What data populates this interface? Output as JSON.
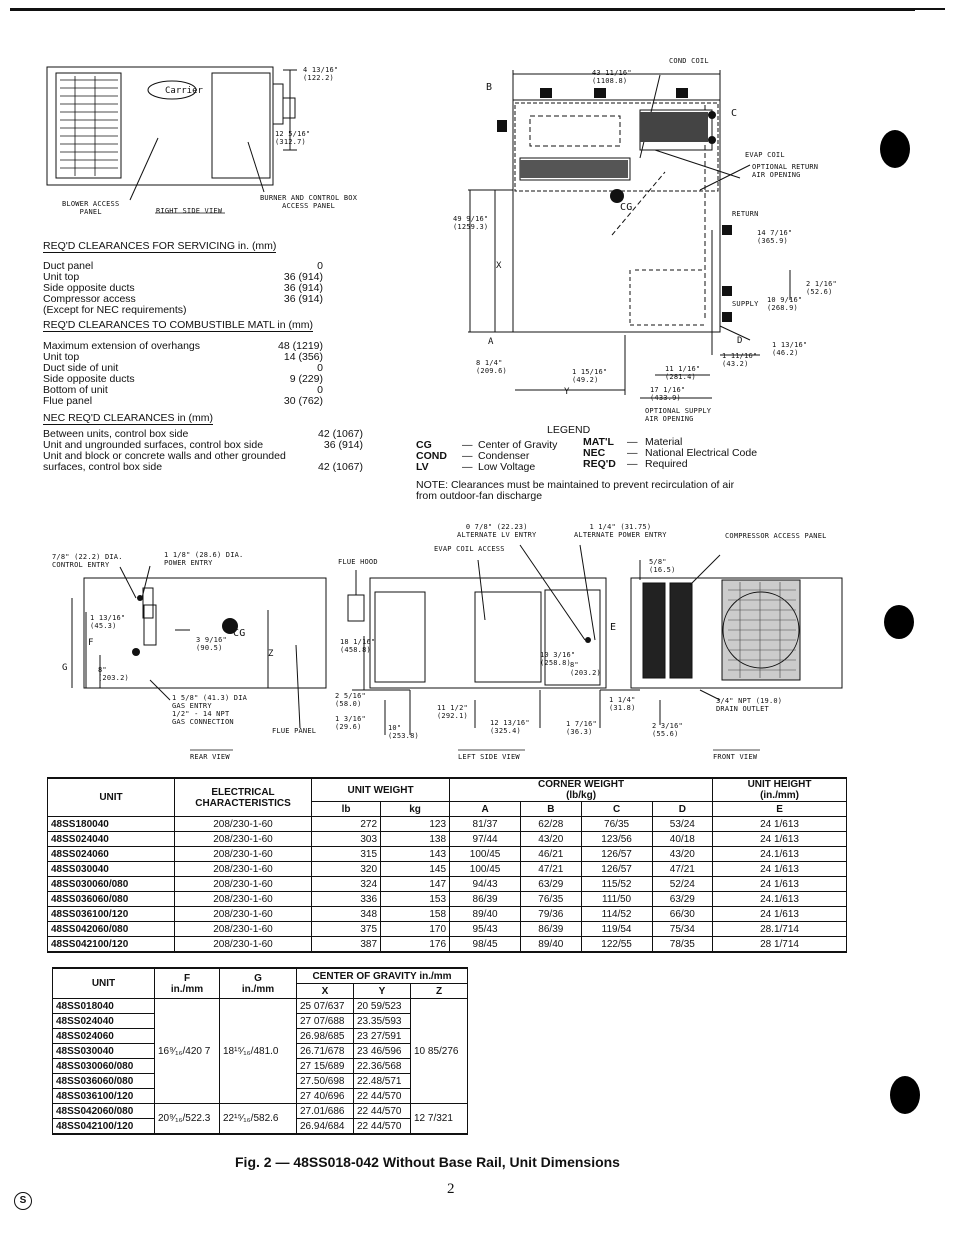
{
  "top_view": {
    "dim_right_1": "4 13/16\"",
    "dim_right_1_mm": "(122.2)",
    "dim_right_2": "12 5/16\"",
    "dim_right_2_mm": "(312.7)",
    "logo": "Carrier",
    "blower_label": "BLOWER ACCESS\nPANEL",
    "burner_label": "BURNER AND CONTROL BOX\nACCESS PANEL",
    "view_label": "RIGHT SIDE VIEW"
  },
  "clearances": {
    "servicing_title": "REQ'D CLEARANCES FOR SERVICING in. (mm)",
    "servicing": [
      {
        "label": "Duct panel",
        "value": "0"
      },
      {
        "label": "Unit top",
        "value": "36 (914)"
      },
      {
        "label": "Side opposite ducts",
        "value": "36 (914)"
      },
      {
        "label": "Compressor access",
        "value": "36 (914)"
      },
      {
        "label": "(Except for NEC requirements)",
        "value": ""
      }
    ],
    "combustible_title": "REQ'D CLEARANCES TO COMBUSTIBLE MATL in (mm)",
    "combustible": [
      {
        "label": "Maximum extension of overhangs",
        "value": "48 (1219)"
      },
      {
        "label": "Unit top",
        "value": "14 (356)"
      },
      {
        "label": "Duct side of unit",
        "value": "0"
      },
      {
        "label": "Side opposite ducts",
        "value": "9 (229)"
      },
      {
        "label": "Bottom of unit",
        "value": "0"
      },
      {
        "label": "Flue panel",
        "value": "30 (762)"
      }
    ],
    "nec_title": "NEC REQ'D CLEARANCES in (mm)",
    "nec": [
      {
        "label": "Between units, control box side",
        "value": "42 (1067)"
      },
      {
        "label": "Unit and ungrounded surfaces, control box side",
        "value": "36 (914)"
      },
      {
        "label": "Unit and block or concrete walls and other grounded",
        "value": ""
      },
      {
        "label": "surfaces, control box side",
        "value": "42 (1067)"
      }
    ]
  },
  "plan_view": {
    "cond_coil": "COND COIL",
    "top_dim": "43 11/16\"",
    "top_dim_mm": "(1108.8)",
    "B": "B",
    "C": "C",
    "evap_coil": "EVAP COIL",
    "opt_return": "OPTIONAL RETURN\nAIR OPENING",
    "cg": "CG",
    "return": "RETURN",
    "d1": "14 7/16\"",
    "d1_mm": "(365.9)",
    "d2": "2 1/16\"",
    "d2_mm": "(52.6)",
    "supply": "SUPPLY",
    "d3": "10 9/16\"",
    "d3_mm": "(268.9)",
    "left_dim": "49 9/16\"",
    "left_dim_mm": "(1259.3)",
    "X": "X",
    "A": "A",
    "D": "D",
    "d4": "1 13/16\"",
    "d4_mm": "(46.2)",
    "d5": "1 11/16\"",
    "d5_mm": "(43.2)",
    "d6": "8 1/4\"",
    "d6_mm": "(209.6)",
    "d7": "1 15/16\"",
    "d7_mm": "(49.2)",
    "d8": "11 1/16\"",
    "d8_mm": "(281.4)",
    "d9": "17 1/16\"",
    "d9_mm": "(433.9)",
    "Y": "Y",
    "opt_supply": "OPTIONAL SUPPLY\nAIR OPENING"
  },
  "legend": {
    "title": "LEGEND",
    "items_left": [
      {
        "abbr": "CG",
        "desc": "Center of Gravity"
      },
      {
        "abbr": "COND",
        "desc": "Condenser"
      },
      {
        "abbr": "LV",
        "desc": "Low Voltage"
      }
    ],
    "items_right": [
      {
        "abbr": "MAT'L",
        "desc": "Material"
      },
      {
        "abbr": "NEC",
        "desc": "National Electrical Code"
      },
      {
        "abbr": "REQ'D",
        "desc": "Required"
      }
    ],
    "note": "NOTE: Clearances must be maintained to prevent recirculation of air from outdoor-fan discharge"
  },
  "elevations": {
    "alt_lv": "0 7/8\" (22.23)\nALTERNATE LV ENTRY",
    "alt_power": "1 1/4\" (31.75)\nALTERNATE POWER ENTRY",
    "compressor_panel": "COMPRESSOR ACCESS PANEL",
    "evap_access": "EVAP COIL ACCESS",
    "control_entry": "7/8\" (22.2) DIA.\nCONTROL ENTRY",
    "power_entry": "1 1/8\" (28.6) DIA.\nPOWER ENTRY",
    "flue_hood": "FLUE HOOD",
    "d_513": "5/8\"",
    "d_513_mm": "(16.5)",
    "d_113": "1 13/16\"",
    "d_113_mm": "(45.3)",
    "F": "F",
    "G": "G",
    "Z": "Z",
    "E": "E",
    "cg": "CG",
    "d_39": "3 9/16\"",
    "d_39_mm": "(90.5)",
    "d_8": "8\"",
    "d_8_mm": "(203.2)",
    "d_18": "18 1/16\"",
    "d_18_mm": "(458.8)",
    "d_10": "10 3/16\"",
    "d_10_mm": "(258.8)",
    "d_8b": "8\"",
    "d_8b_mm": "(203.2)",
    "gas_entry": "1 5/8\" (41.3) DIA\nGAS ENTRY\n1/2\" - 14 NPT\nGAS CONNECTION",
    "d_25": "2 5/16\"",
    "d_25_mm": "(58.0)",
    "d_13": "1 3/16\"",
    "d_13_mm": "(29.6)",
    "d_10b": "10\"",
    "d_10b_mm": "(253.8)",
    "d_11": "11 1/2\"",
    "d_11_mm": "(292.1)",
    "d_12": "12 13/16\"",
    "d_12_mm": "(325.4)",
    "d_14": "1 1/4\"",
    "d_14_mm": "(31.8)",
    "d_17": "1 7/16\"",
    "d_17_mm": "(36.3)",
    "d_23": "2 3/16\"",
    "d_23_mm": "(55.6)",
    "drain": "3/4\" NPT (19.0)\nDRAIN OUTLET",
    "flue_panel": "FLUE PANEL",
    "rear_view": "REAR VIEW",
    "left_view": "LEFT SIDE VIEW",
    "front_view": "FRONT VIEW"
  },
  "weights_table": {
    "headers": {
      "unit": "UNIT",
      "elec": "ELECTRICAL\nCHARACTERISTICS",
      "unit_weight": "UNIT WEIGHT",
      "lb": "lb",
      "kg": "kg",
      "corner": "CORNER WEIGHT\n(lb/kg)",
      "a": "A",
      "b": "B",
      "c": "C",
      "d": "D",
      "height": "UNIT HEIGHT\n(in./mm)",
      "e": "E"
    },
    "rows": [
      [
        "48SS180040",
        "208/230-1-60",
        "272",
        "123",
        "81/37",
        "62/28",
        "76/35",
        "53/24",
        "24 1/613"
      ],
      [
        "48SS024040",
        "208/230-1-60",
        "303",
        "138",
        "97/44",
        "43/20",
        "123/56",
        "40/18",
        "24 1/613"
      ],
      [
        "48SS024060",
        "208/230-1-60",
        "315",
        "143",
        "100/45",
        "46/21",
        "126/57",
        "43/20",
        "24.1/613"
      ],
      [
        "48SS030040",
        "208/230-1-60",
        "320",
        "145",
        "100/45",
        "47/21",
        "126/57",
        "47/21",
        "24 1/613"
      ],
      [
        "48SS030060/080",
        "208/230-1-60",
        "324",
        "147",
        "94/43",
        "63/29",
        "115/52",
        "52/24",
        "24 1/613"
      ],
      [
        "48SS036060/080",
        "208/230-1-60",
        "336",
        "153",
        "86/39",
        "76/35",
        "111/50",
        "63/29",
        "24.1/613"
      ],
      [
        "48SS036100/120",
        "208/230-1-60",
        "348",
        "158",
        "89/40",
        "79/36",
        "114/52",
        "66/30",
        "24 1/613"
      ],
      [
        "48SS042060/080",
        "208/230-1-60",
        "375",
        "170",
        "95/43",
        "86/39",
        "119/54",
        "75/34",
        "28.1/714"
      ],
      [
        "48SS042100/120",
        "208/230-1-60",
        "387",
        "176",
        "98/45",
        "89/40",
        "122/55",
        "78/35",
        "28 1/714"
      ]
    ]
  },
  "cg_table": {
    "headers": {
      "unit": "UNIT",
      "f": "F\nin./mm",
      "g": "G\nin./mm",
      "cog": "CENTER OF GRAVITY in./mm",
      "x": "X",
      "y": "Y",
      "z": "Z"
    },
    "units": [
      "48SS018040",
      "48SS024040",
      "48SS024060",
      "48SS030040",
      "48SS030060/080",
      "48SS036060/080",
      "48SS036100/120",
      "48SS042060/080",
      "48SS042100/120"
    ],
    "x": [
      "25 07/637",
      "27 07/688",
      "26.98/685",
      "26.71/678",
      "27 15/689",
      "27.50/698",
      "27 40/696",
      "27.01/686",
      "26.94/684"
    ],
    "y": [
      "20 59/523",
      "23.35/593",
      "23 27/591",
      "23 46/596",
      "22.36/568",
      "22.48/571",
      "22 44/570",
      "22 44/570",
      "22 44/570"
    ],
    "f_group1": "16⁹⁄₁₆/420 7",
    "g_group1": "18¹⁵⁄₁₆/481.0",
    "z_group1": "10 85/276",
    "f_group2": "20⁹⁄₁₆/522.3",
    "g_group2": "22¹⁵⁄₁₆/582.6",
    "z_group2": "12 7/321"
  },
  "caption": "Fig. 2 — 48SS018-042 Without Base Rail, Unit Dimensions",
  "page_number": "2",
  "footer_mark": "S"
}
